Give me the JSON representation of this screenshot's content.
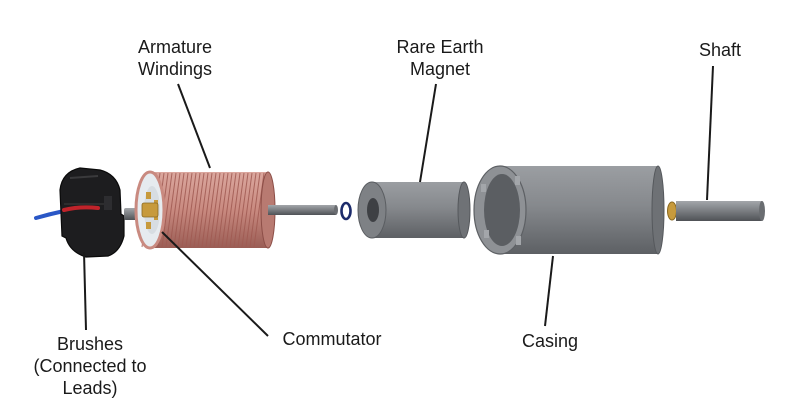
{
  "labels": {
    "armature": [
      "Armature",
      "Windings"
    ],
    "magnet": [
      "Rare Earth",
      "Magnet"
    ],
    "shaft": "Shaft",
    "brushes": [
      "Brushes",
      "(Connected to",
      "Leads)"
    ],
    "commutator": "Commutator",
    "casing": "Casing"
  },
  "colors": {
    "windings": "#c98a80",
    "winding_lines": "#a05a52",
    "grey_part": "#7f8286",
    "grey_dark": "#5f6266",
    "brush_body": "#1c1c1c",
    "wire_red": "#c0232a",
    "wire_blue": "#2a57c6",
    "ring_navy": "#1c2b6b",
    "brass": "#c79a3c",
    "leader": "#1a1a1a"
  }
}
